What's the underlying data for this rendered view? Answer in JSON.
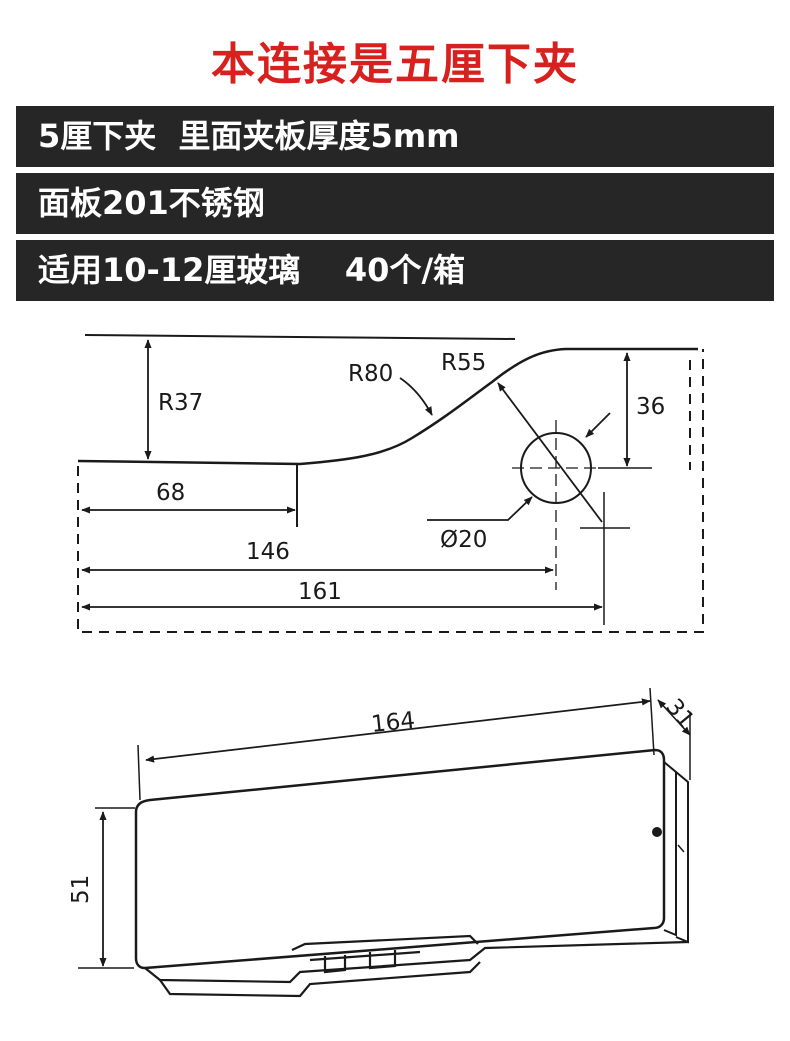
{
  "header": {
    "title": "本连接是五厘下夹",
    "title_color": "#d8201f"
  },
  "specs": {
    "bar_color": "#262626",
    "line1": "5厘下夹  里面夹板厚度5mm",
    "line2": "面板201不锈钢",
    "line3": "适用10-12厘玻璃    40个/箱"
  },
  "top_view": {
    "r37": "R37",
    "r80": "R80",
    "r55": "R55",
    "d36": "36",
    "d68": "68",
    "d146": "146",
    "d161": "161",
    "hole": "Ø20"
  },
  "front_view": {
    "d164": "164",
    "d31": "31",
    "d51": "51"
  }
}
